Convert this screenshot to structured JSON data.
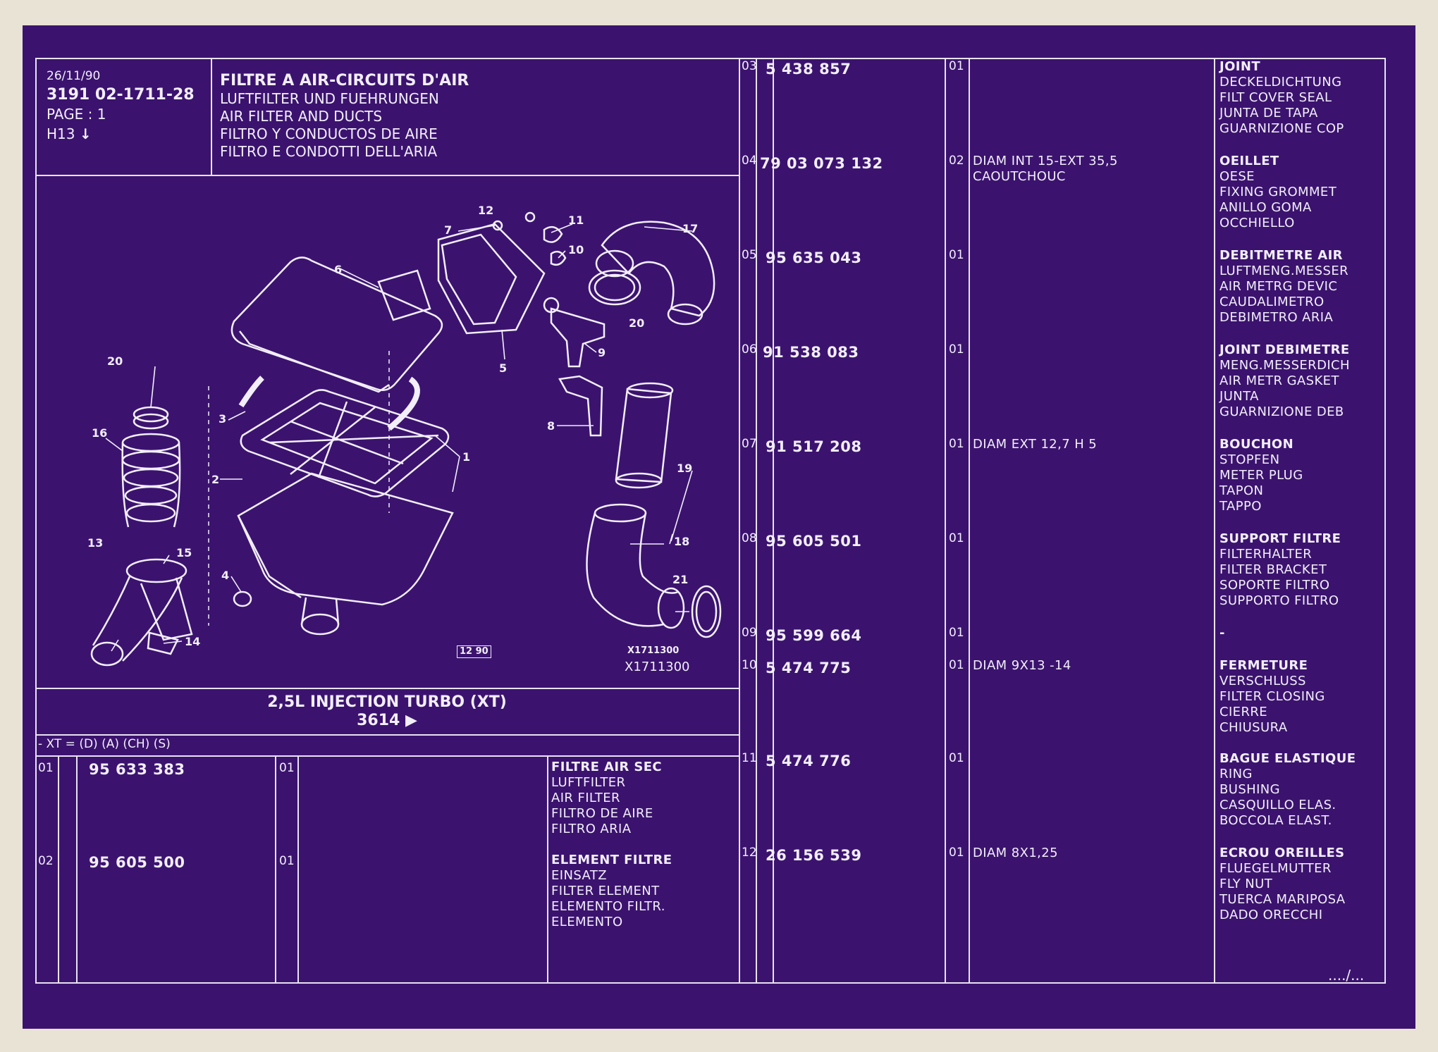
{
  "header": {
    "date": "26/11/90",
    "ref_line": "3191  02-1711-28",
    "page": "PAGE : 1",
    "grid_ref": "H13",
    "title_fr": "FILTRE A AIR-CIRCUITS D'AIR",
    "title_de": "LUFTFILTER UND FUEHRUNGEN",
    "title_en": "AIR FILTER AND DUCTS",
    "title_es": "FILTRO Y CONDUCTOS DE AIRE",
    "title_it": "FILTRO E CONDOTTI DELL'ARIA"
  },
  "diagram": {
    "icon": "air-filter-exploded-diagram",
    "callouts": [
      "1",
      "2",
      "3",
      "4",
      "5",
      "6",
      "7",
      "8",
      "9",
      "10",
      "11",
      "12",
      "13",
      "14",
      "15",
      "16",
      "17",
      "18",
      "19",
      "20",
      "20",
      "21"
    ],
    "stamp": "12 90",
    "code_small": "X1711300",
    "code_large": "X1711300"
  },
  "model": {
    "name": "2,5L INJECTION TURBO (XT)",
    "ref": "3614 ▶",
    "variants": "- XT = (D) (A) (CH) (S)"
  },
  "left_parts": [
    {
      "ref": "01",
      "part_no": "95 633 383",
      "qty": "01",
      "spec": "",
      "desc": [
        "FILTRE AIR SEC",
        "LUFTFILTER",
        "AIR FILTER",
        "FILTRO DE AIRE",
        "FILTRO ARIA"
      ]
    },
    {
      "ref": "02",
      "part_no": "95 605 500",
      "qty": "01",
      "spec": "",
      "desc": [
        "ELEMENT FILTRE",
        "EINSATZ",
        "FILTER ELEMENT",
        "ELEMENTO FILTR.",
        "ELEMENTO"
      ]
    }
  ],
  "right_parts": [
    {
      "ref": "03",
      "part_no": "5 438 857",
      "qty": "01",
      "spec": "",
      "desc": [
        "JOINT",
        "DECKELDICHTUNG",
        "FILT COVER SEAL",
        "JUNTA DE TAPA",
        "GUARNIZIONE COP"
      ]
    },
    {
      "ref": "04",
      "part_no": "79 03 073 132",
      "qty": "02",
      "spec": "DIAM INT 15-EXT 35,5\nCAOUTCHOUC",
      "desc": [
        "OEILLET",
        "OESE",
        "FIXING GROMMET",
        "ANILLO GOMA",
        "OCCHIELLO"
      ]
    },
    {
      "ref": "05",
      "part_no": "95 635 043",
      "qty": "01",
      "spec": "",
      "desc": [
        "DEBITMETRE AIR",
        "LUFTMENG.MESSER",
        "AIR METRG DEVIC",
        "CAUDALIMETRO",
        "DEBIMETRO ARIA"
      ]
    },
    {
      "ref": "06",
      "part_no": "91 538 083",
      "qty": "01",
      "spec": "",
      "desc": [
        "JOINT DEBIMETRE",
        "MENG.MESSERDICH",
        "AIR METR GASKET",
        "JUNTA",
        "GUARNIZIONE DEB"
      ]
    },
    {
      "ref": "07",
      "part_no": "91 517 208",
      "qty": "01",
      "spec": "DIAM EXT 12,7 H 5",
      "desc": [
        "BOUCHON",
        "STOPFEN",
        "METER PLUG",
        "TAPON",
        "TAPPO"
      ]
    },
    {
      "ref": "08",
      "part_no": "95 605 501",
      "qty": "01",
      "spec": "",
      "desc": [
        "SUPPORT FILTRE",
        "FILTERHALTER",
        "FILTER BRACKET",
        "SOPORTE FILTRO",
        "SUPPORTO FILTRO"
      ]
    },
    {
      "ref": "09",
      "part_no": "95 599 664",
      "qty": "01",
      "spec": "",
      "desc": [
        "-"
      ]
    },
    {
      "ref": "10",
      "part_no": "5 474 775",
      "qty": "01",
      "spec": "DIAM 9X13 -14",
      "desc": [
        "FERMETURE",
        "VERSCHLUSS",
        "FILTER CLOSING",
        "CIERRE",
        "CHIUSURA"
      ]
    },
    {
      "ref": "11",
      "part_no": "5 474 776",
      "qty": "01",
      "spec": "",
      "desc": [
        "BAGUE ELASTIQUE",
        "RING",
        "BUSHING",
        "CASQUILLO ELAS.",
        "BOCCOLA ELAST."
      ]
    },
    {
      "ref": "12",
      "part_no": "26 156 539",
      "qty": "01",
      "spec": "DIAM 8X1,25",
      "desc": [
        "ECROU OREILLES",
        "FLUEGELMUTTER",
        "FLY NUT",
        "TUERCA MARIPOSA",
        "DADO ORECCHI"
      ]
    }
  ],
  "footer": {
    "continued": "..../..."
  },
  "colors": {
    "sheet": "#3b136e",
    "ink": "#f2eefa",
    "paper": "#e9e3d6"
  }
}
